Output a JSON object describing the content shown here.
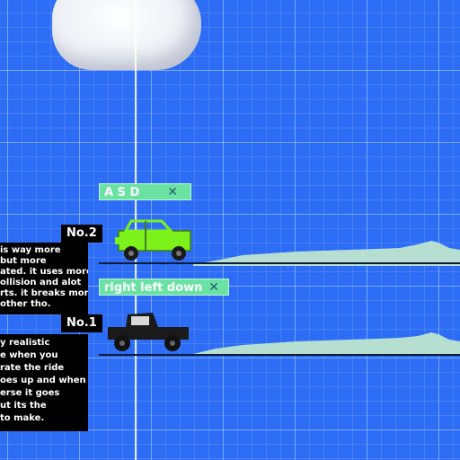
{
  "scene": {
    "colors": {
      "sky": "#2d6df5",
      "grid": "#ffffff",
      "tag_bg": "#6ae3a2",
      "hill": "#b6dfd2",
      "car_green": "#7cf21a",
      "car_black": "#1a1a1a"
    }
  },
  "entries": [
    {
      "id": "no2",
      "number_label": "No.2",
      "tag_label": "A S D",
      "tag_close": "✕",
      "description_lines": [
        "is way more",
        "but more",
        "ated. it uses more",
        "ollision and alot",
        "rts. it breaks more",
        "other tho."
      ],
      "car_color": "#7cf21a"
    },
    {
      "id": "no1",
      "number_label": "No.1",
      "tag_label": "right left down",
      "tag_close": "✕",
      "description_lines": [
        "y realistic",
        "e when you",
        "rate the ride",
        "oes up and when",
        "erse it goes",
        "ut its the",
        "to make."
      ],
      "car_color": "#1a1a1a"
    }
  ]
}
